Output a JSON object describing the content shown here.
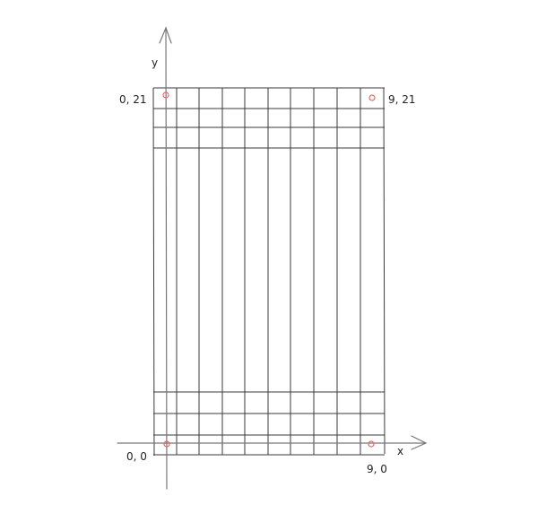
{
  "axes": {
    "x_label": "x",
    "y_label": "y"
  },
  "corner_labels": {
    "top_left": "0, 21",
    "top_right": "9, 21",
    "bottom_left": "0, 0",
    "bottom_right": "9, 0"
  },
  "grid": {
    "x_max": 9,
    "y_max": 21
  },
  "colors": {
    "ink": "#3a3a3a",
    "axis": "#777777",
    "marker": "#e06a6a"
  }
}
